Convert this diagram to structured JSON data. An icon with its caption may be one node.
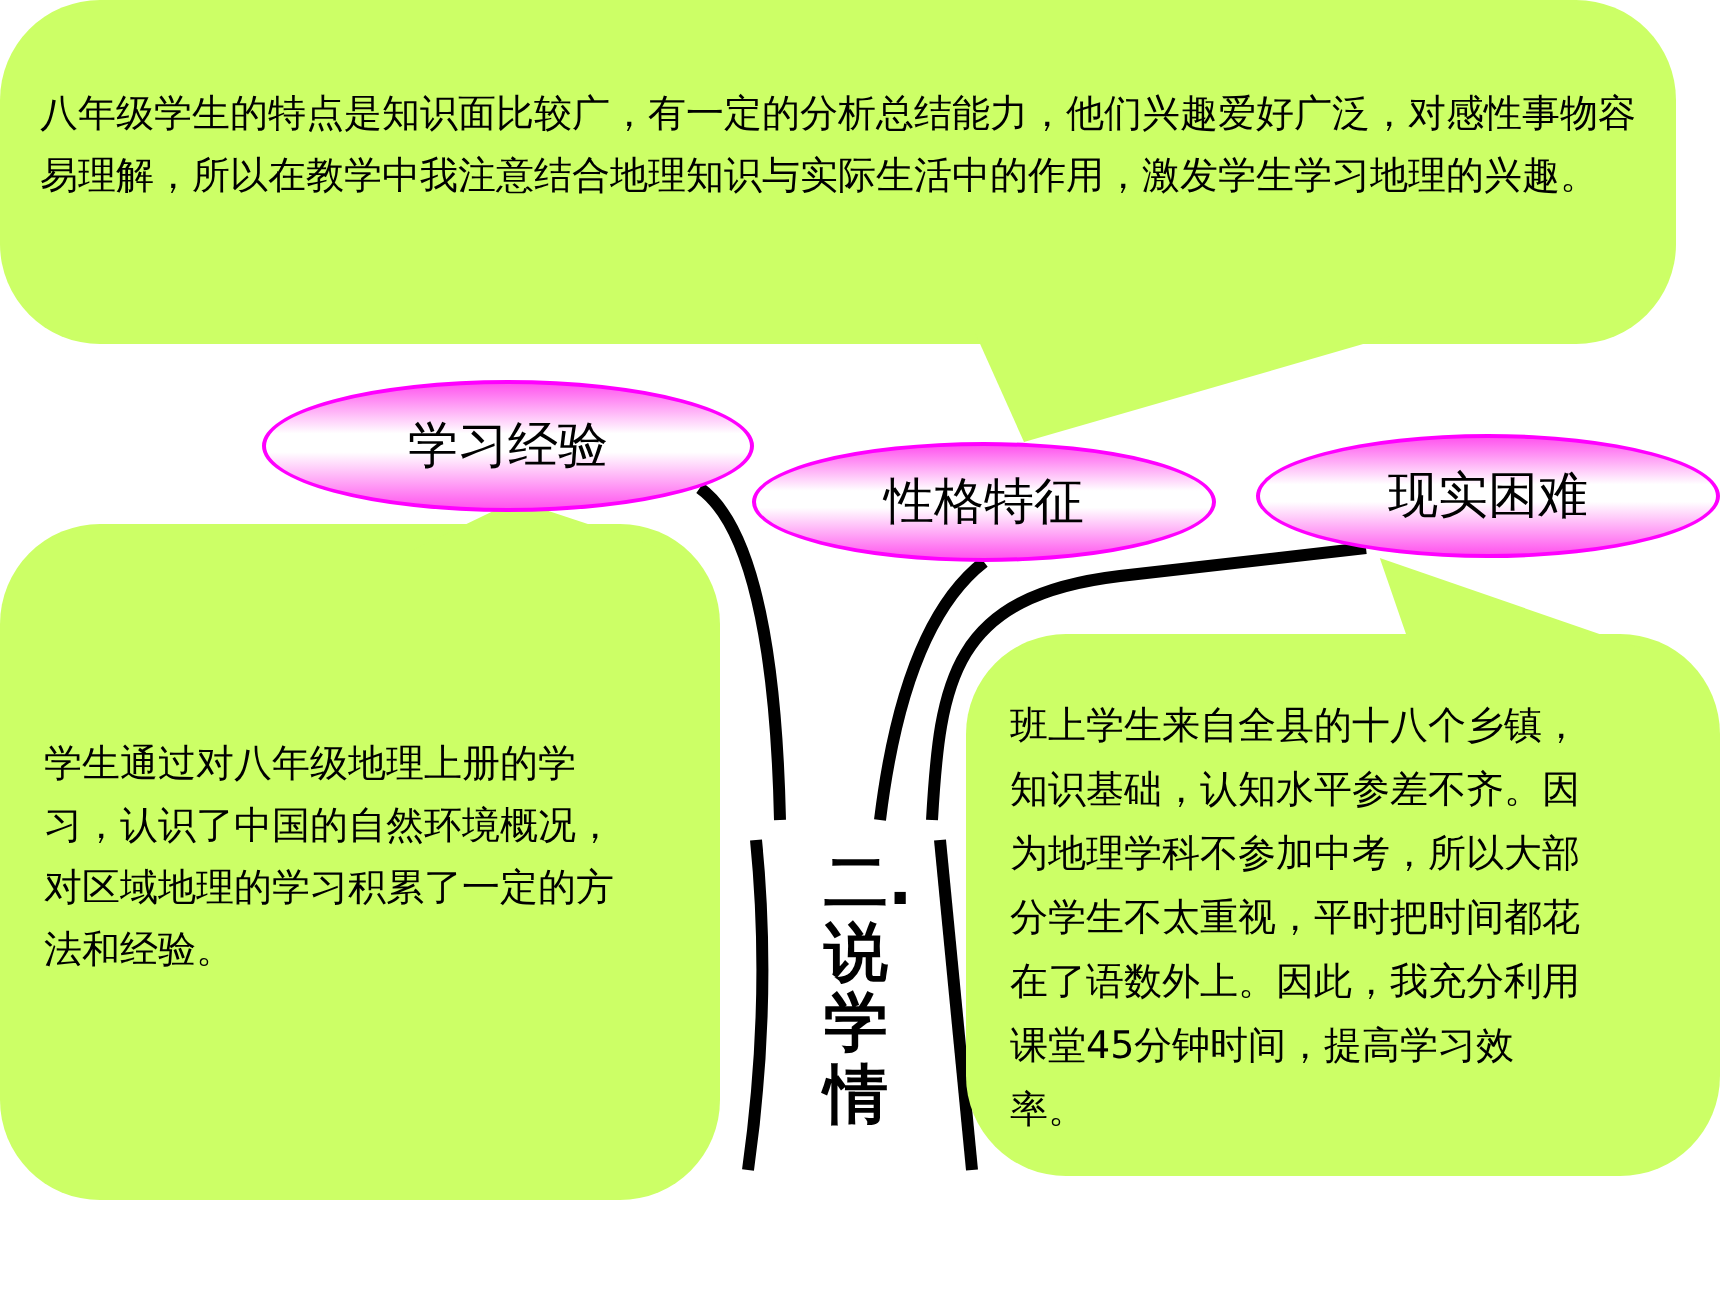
{
  "diagram": {
    "nodes": [
      {
        "text": [
          "八年级学生的特点是知识面比较广，有一定的分析总结能力，他们兴趣爱好广泛，对感性事物容易理解，所以在教学中我注意结合地理知识与实际生活中的作用，激发学生学习地理的兴趣。"
        ]
      },
      {
        "text": [
          "学习经验"
        ]
      },
      {
        "text": [
          "性格特征"
        ]
      },
      {
        "text": [
          "现实困难"
        ]
      },
      {
        "text": [
          "学生通过对八年级地理上册的学习，认识了中国的自然环境概况，对区域地理的学习积累了一定的方法和经验。"
        ]
      },
      {
        "text": [
          "班上学生来自全县的十八个乡镇，知识基础，认知水平参差不齐。因为地理学科不参加中考，所以大部分学生不太重视，平时把时间都花在了语数外上。因此，我充分利用课堂45分钟时间，提高学习效率。"
        ]
      },
      {
        "text": [
          "二.说学情"
        ]
      }
    ],
    "edges": [
      {
        "from": 6,
        "to": 1,
        "arrow": "none"
      },
      {
        "from": 6,
        "to": 2,
        "arrow": "none"
      },
      {
        "from": 6,
        "to": 3,
        "arrow": "none"
      },
      {
        "from": 0,
        "to": 2,
        "arrow": "none",
        "color": "#ccff66"
      },
      {
        "from": 4,
        "to": 1,
        "arrow": "none",
        "color": "#ccff66"
      },
      {
        "from": 5,
        "to": 3,
        "arrow": "none",
        "color": "#ccff66"
      }
    ]
  }
}
